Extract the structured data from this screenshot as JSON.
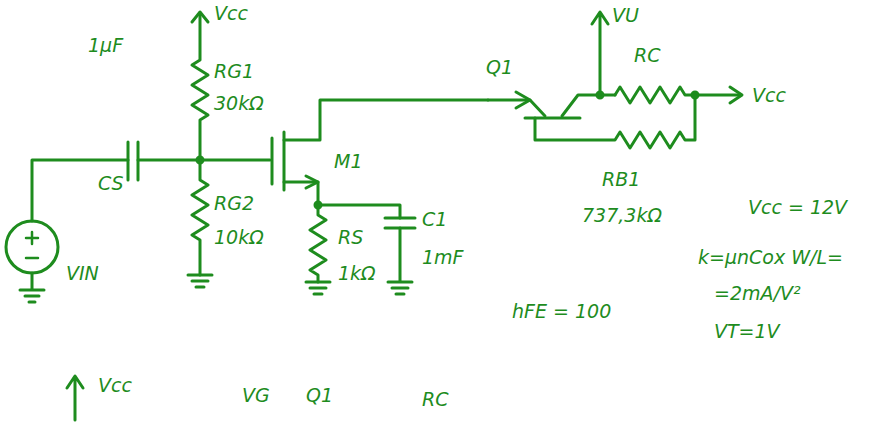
{
  "diagram": {
    "labels": [
      "Vcc",
      "1μF",
      "RG1",
      "30kΩ",
      "CS",
      "VIN",
      "RG2",
      "10kΩ",
      "M1",
      "RS",
      "1kΩ",
      "C1",
      "1mF",
      "VU",
      "Q1",
      "RC",
      "Vcc",
      "RB1",
      "737,3kΩ",
      "hFE = 100",
      "Vcc = 12V",
      "k=μnCox W/L=",
      "=2mA/V²",
      "VT=1V",
      "Vcc",
      "VG",
      "Q1",
      "RC"
    ]
  }
}
